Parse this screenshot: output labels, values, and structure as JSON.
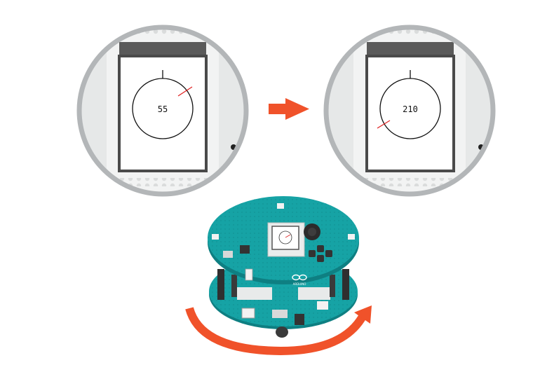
{
  "colors": {
    "arrow": "#f0522a",
    "board": "#16a3a5",
    "board_dark": "#0e7f82",
    "ring": "#b3b6b8",
    "screen_frame": "#4a4a4a"
  },
  "left_display": {
    "value": "55"
  },
  "right_display": {
    "value": "210"
  },
  "icons": {
    "transition": "right-arrow-icon",
    "rotation": "curved-rotation-arrow-icon",
    "logo": "arduino-infinity-logo"
  },
  "board": {
    "logo_text": "ARDUINO"
  }
}
